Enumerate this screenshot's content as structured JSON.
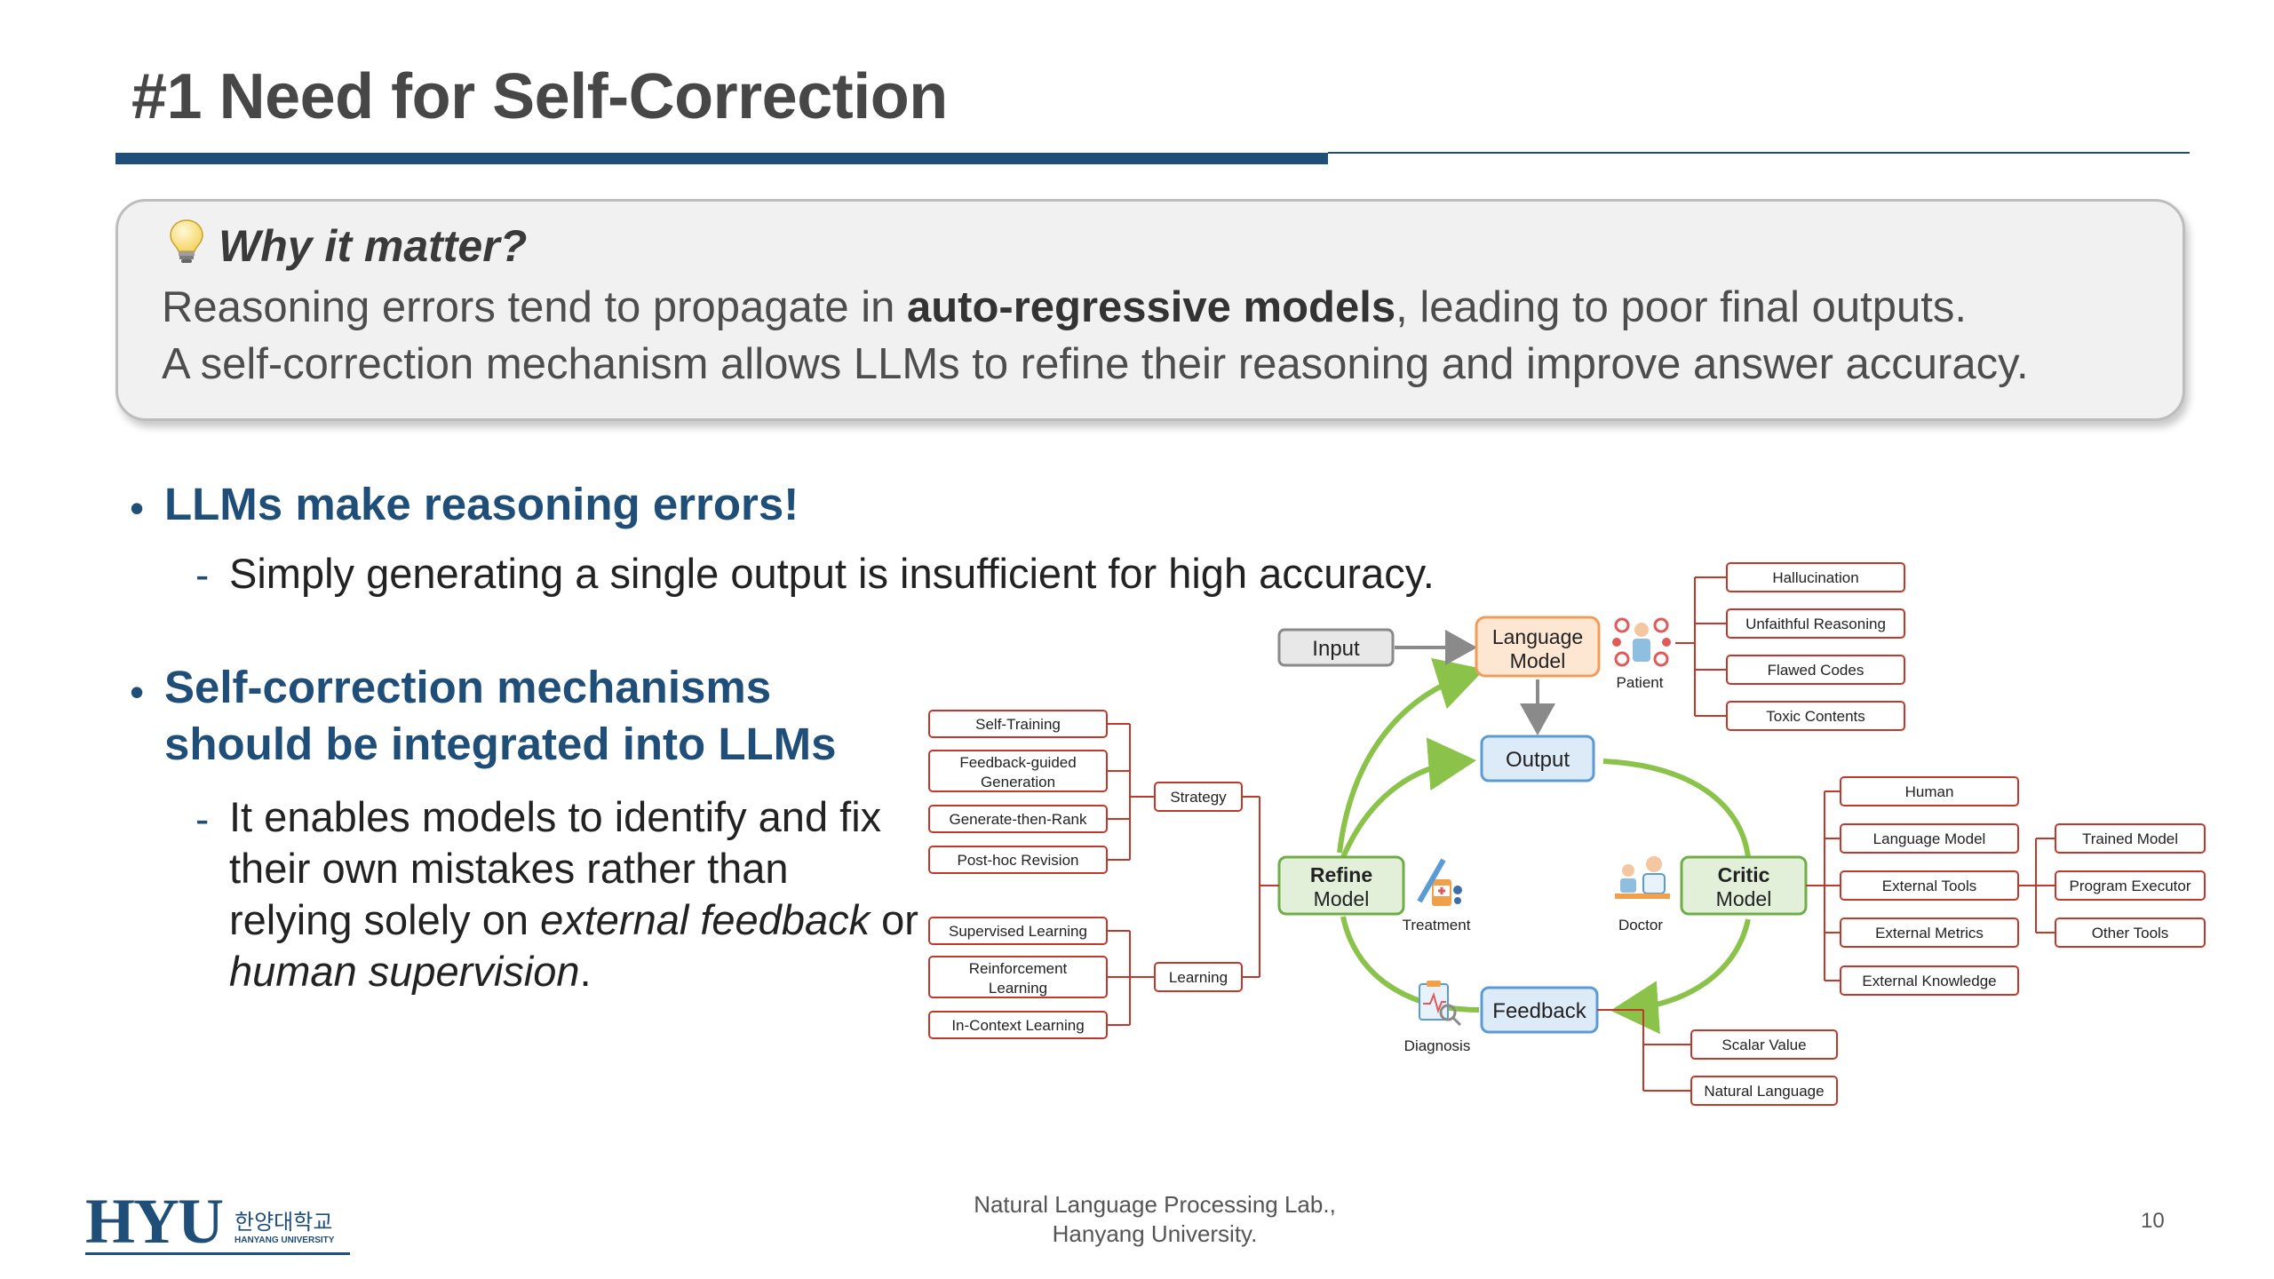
{
  "slide": {
    "title": "#1 Need for Self-Correction",
    "page_number": "10",
    "footer_line1": "Natural Language Processing Lab.,",
    "footer_line2": "Hanyang University."
  },
  "logo": {
    "main": "HYU",
    "korean": "한양대학교",
    "sub": "HANYANG UNIVERSITY",
    "color": "#1f4e79"
  },
  "callout": {
    "icon": "lightbulb-icon",
    "heading": "Why it matter?",
    "line1_pre": "Reasoning errors tend to propagate in ",
    "line1_bold": "auto-regressive models",
    "line1_post": ", leading to poor final outputs.",
    "line2": "A self-correction mechanism allows LLMs to refine their reasoning and improve answer accuracy."
  },
  "bullets": [
    {
      "text": "LLMs make reasoning errors!",
      "sub": "Simply generating a single output is insufficient for high accuracy."
    },
    {
      "text_line1": "Self-correction mechanisms",
      "text_line2": "should be integrated into LLMs",
      "sub_line1": "It enables models to identify and fix",
      "sub_line2": "their own mistakes rather than",
      "sub_line3_pre": "relying solely on ",
      "sub_line3_italic": "external feedback",
      "sub_line3_post": " or",
      "sub_line4_italic": "human supervision",
      "sub_line4_post": "."
    }
  ],
  "diagram": {
    "nodes": {
      "input": "Input",
      "language_model": [
        "Language",
        "Model"
      ],
      "output": "Output",
      "refine_model": [
        "Refine",
        "Model"
      ],
      "critic_model": [
        "Critic",
        "Model"
      ],
      "feedback": "Feedback"
    },
    "icon_labels": {
      "patient": "Patient",
      "treatment": "Treatment",
      "doctor": "Doctor",
      "diagnosis": "Diagnosis"
    },
    "error_types": [
      "Hallucination",
      "Unfaithful Reasoning",
      "Flawed Codes",
      "Toxic Contents"
    ],
    "refine_strategy": [
      "Self-Training",
      [
        "Feedback-guided",
        "Generation"
      ],
      "Generate-then-Rank",
      "Post-hoc Revision"
    ],
    "refine_learning": [
      "Supervised Learning",
      [
        "Reinforcement",
        "Learning"
      ],
      "In-Context Learning"
    ],
    "refine_groups": [
      "Strategy",
      "Learning"
    ],
    "critic_sources": [
      "Human",
      "Language Model",
      "External Tools",
      "External Metrics",
      "External Knowledge"
    ],
    "tool_types": [
      "Trained Model",
      "Program Executor",
      "Other Tools"
    ],
    "feedback_formats": [
      "Scalar Value",
      "Natural Language"
    ],
    "colors": {
      "red": "#c0392b",
      "green": "#8bc34a",
      "orange": "#f39c5a",
      "blue": "#5b9bd5",
      "navy": "#1f4e79"
    }
  }
}
